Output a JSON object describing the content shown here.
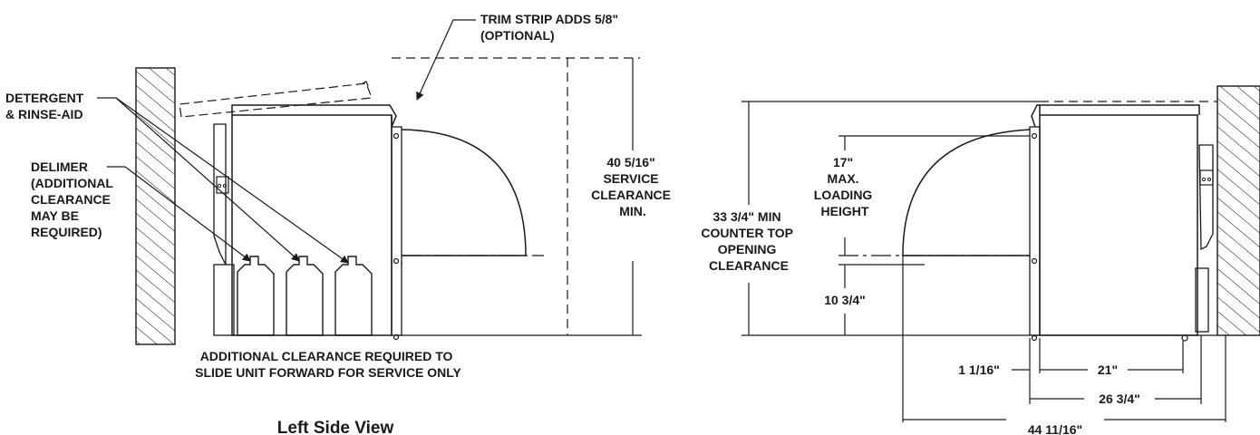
{
  "left_view": {
    "title": "Left Side View",
    "callouts": {
      "trim_strip": [
        "TRIM STRIP ADDS 5/8\"",
        "(OPTIONAL)"
      ],
      "detergent": [
        "DETERGENT",
        "& RINSE-AID"
      ],
      "delimer": [
        "DELIMER",
        "(ADDITIONAL",
        "CLEARANCE",
        "MAY BE",
        "REQUIRED)"
      ],
      "service_clearance": [
        "40 5/16\"",
        "SERVICE",
        "CLEARANCE",
        "MIN."
      ],
      "slide_note": [
        "ADDITIONAL CLEARANCE REQUIRED TO",
        "SLIDE UNIT FORWARD FOR SERVICE ONLY"
      ]
    }
  },
  "right_view": {
    "counter_top": [
      "33 3/4\" MIN",
      "COUNTER TOP",
      "OPENING",
      "CLEARANCE"
    ],
    "loading_height": [
      "17\"",
      "MAX.",
      "LOADING",
      "HEIGHT"
    ],
    "base_height": "10 3/4\"",
    "dims": {
      "d1": "1 1/16\"",
      "d2": "21\"",
      "d3": "26 3/4\"",
      "d4": "44 11/16\""
    }
  }
}
